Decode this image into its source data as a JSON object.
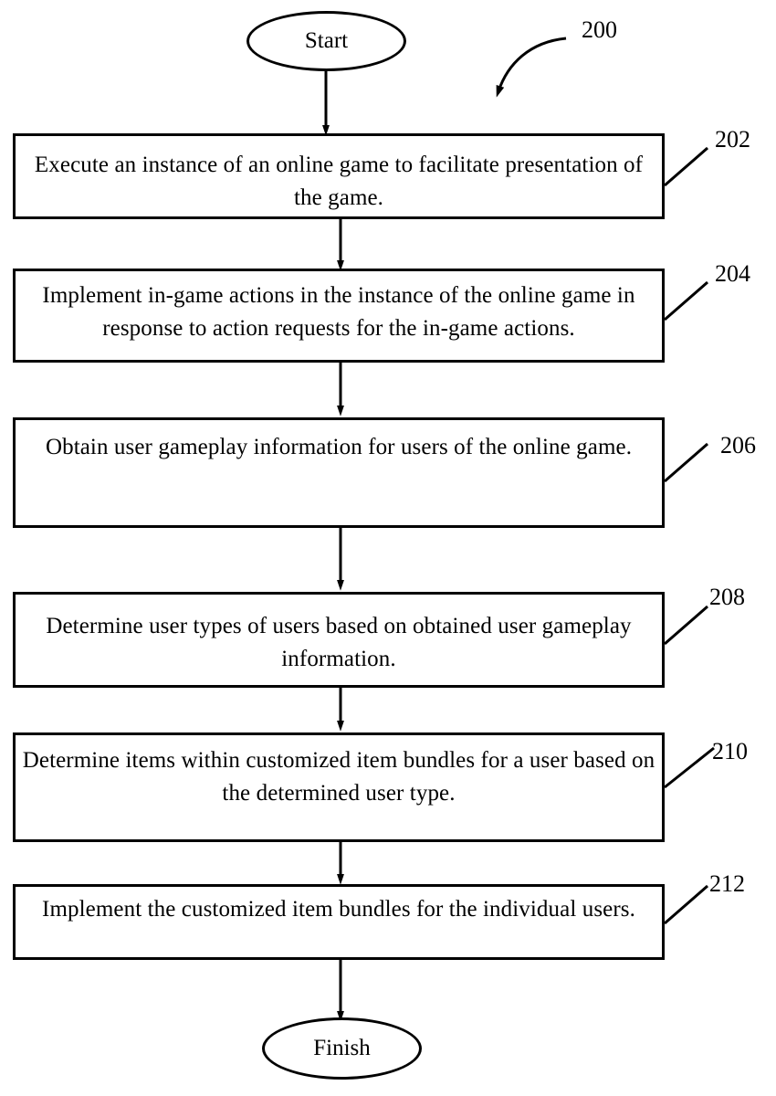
{
  "figure": {
    "reference_number": "200",
    "title_visible": false
  },
  "nodes": [
    {
      "id": "start",
      "type": "terminator",
      "label": "Start"
    },
    {
      "id": "s202",
      "type": "process",
      "ref": "202",
      "text": "Execute an instance of an online game to facilitate presentation of the game."
    },
    {
      "id": "s204",
      "type": "process",
      "ref": "204",
      "text": "Implement in-game actions in the instance of the online game in response to action requests for the in-game actions."
    },
    {
      "id": "s206",
      "type": "process",
      "ref": "206",
      "text": "Obtain user gameplay information for users of the online game."
    },
    {
      "id": "s208",
      "type": "process",
      "ref": "208",
      "text": "Determine user types of users based on obtained user gameplay information."
    },
    {
      "id": "s210",
      "type": "process",
      "ref": "210",
      "text": "Determine items within customized item bundles for a user based on the determined user type."
    },
    {
      "id": "s212",
      "type": "process",
      "ref": "212",
      "text": "Implement the customized item bundles for the individual users."
    },
    {
      "id": "finish",
      "type": "terminator",
      "label": "Finish"
    }
  ],
  "reference_labels": [
    "200",
    "202",
    "204",
    "206",
    "208",
    "210",
    "212"
  ],
  "colors": {
    "stroke": "#000000",
    "fill": "#ffffff",
    "text": "#000000"
  }
}
